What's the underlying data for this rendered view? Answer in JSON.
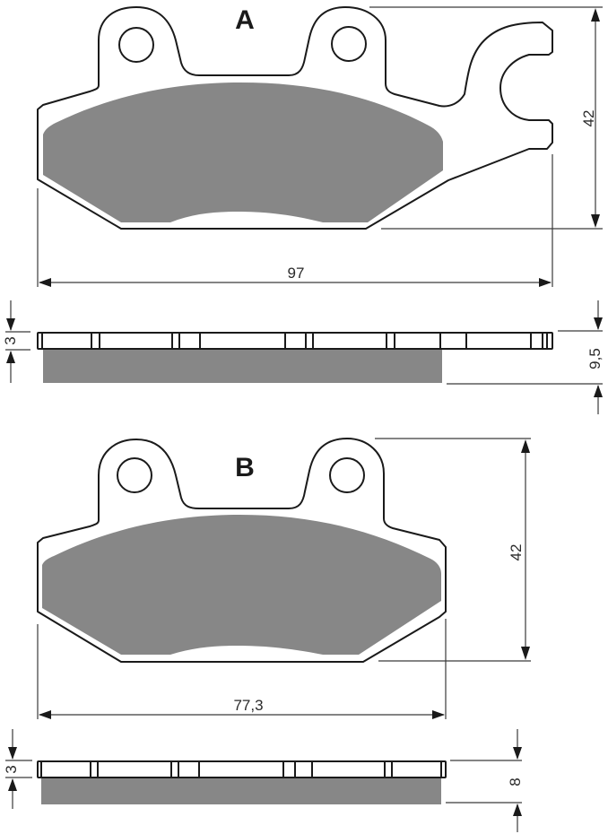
{
  "pads": [
    {
      "label": "A",
      "width_dim": "97",
      "height_dim": "42",
      "plate_thickness_dim": "3",
      "total_thickness_dim": "9,5"
    },
    {
      "label": "B",
      "width_dim": "77,3",
      "height_dim": "42",
      "plate_thickness_dim": "3",
      "total_thickness_dim": "8"
    }
  ],
  "colors": {
    "friction_material": "#878787",
    "outline": "#1a1a1a",
    "background": "#ffffff"
  }
}
